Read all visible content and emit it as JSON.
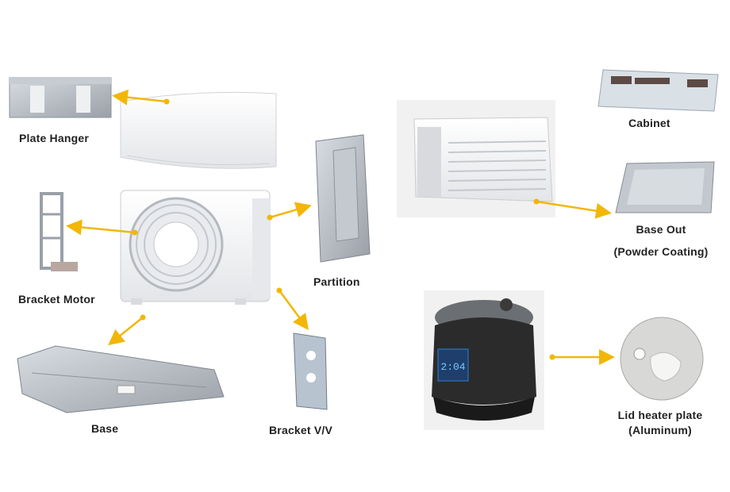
{
  "labels": {
    "plate_hanger": "Plate Hanger",
    "bracket_motor": "Bracket Motor",
    "base": "Base",
    "partition": "Partition",
    "bracket_vv": "Bracket V/V",
    "cabinet": "Cabinet",
    "base_out_line1": "Base Out",
    "base_out_line2": "(Powder Coating)",
    "lid_heater_line1": "Lid heater plate",
    "lid_heater_line2": "(Aluminum)"
  },
  "colors": {
    "arrow": "#f2b705",
    "metal": "#b9bec5",
    "unit": "#f3f4f6",
    "cooker": "#2b2b2b",
    "display": "#2f7fd6"
  },
  "icons": [
    "plate-hanger-part",
    "split-ac-indoor-unit",
    "split-ac-outdoor-unit",
    "bracket-motor-part",
    "base-part",
    "partition-part",
    "bracket-vv-part",
    "window-ac-unit",
    "cabinet-part",
    "base-out-part",
    "rice-cooker",
    "lid-heater-plate-part"
  ],
  "cooker_display": "2:04"
}
